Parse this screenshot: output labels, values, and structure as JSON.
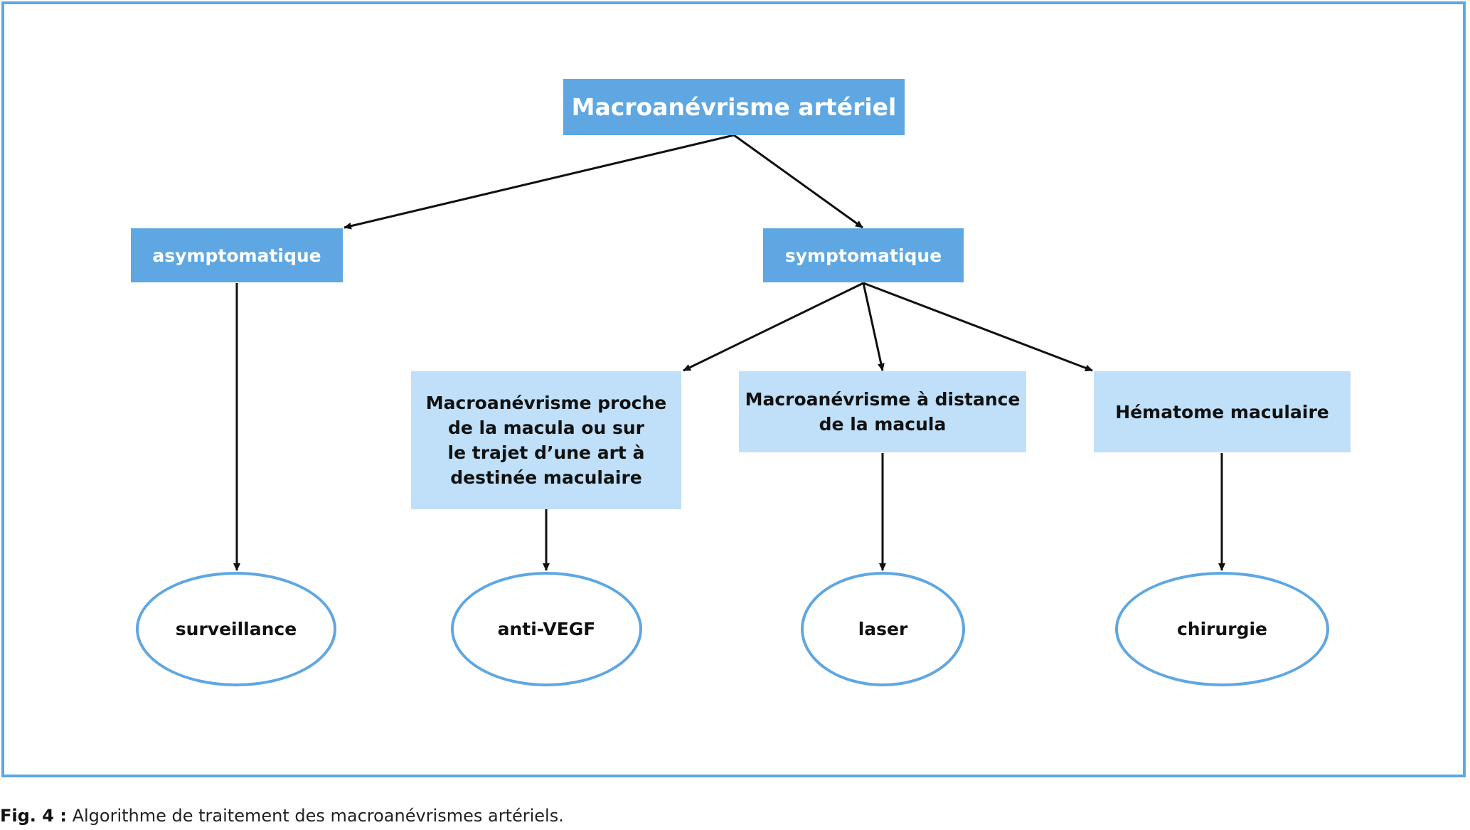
{
  "colors": {
    "dark_box": "#5ea7e2",
    "light_box": "#bfe0f8",
    "oval_border": "#5ea7e2",
    "frame_border": "#5ea7e2",
    "arrow": "#111111"
  },
  "diagram": {
    "root": {
      "label": "Macroanévrisme artériel"
    },
    "branches": {
      "asymptomatic": {
        "label": "asymptomatique"
      },
      "symptomatic": {
        "label": "symptomatique"
      }
    },
    "conditions": {
      "near_macula": {
        "label": "Macroanévrisme proche\nde la macula ou sur\nle trajet d’une art à\ndestinée maculaire"
      },
      "far_macula": {
        "label": "Macroanévrisme à distance\nde la macula"
      },
      "hematoma": {
        "label": "Hématome maculaire"
      }
    },
    "treatments": {
      "surveillance": {
        "label": "surveillance"
      },
      "anti_vegf": {
        "label": "anti-VEGF"
      },
      "laser": {
        "label": "laser"
      },
      "surgery": {
        "label": "chirurgie"
      }
    },
    "edges": [
      {
        "from": "Macroanévrisme artériel",
        "to": "asymptomatique"
      },
      {
        "from": "Macroanévrisme artériel",
        "to": "symptomatique"
      },
      {
        "from": "asymptomatique",
        "to": "surveillance"
      },
      {
        "from": "symptomatique",
        "to": "Macroanévrisme proche de la macula ou sur le trajet d’une art à destinée maculaire"
      },
      {
        "from": "symptomatique",
        "to": "Macroanévrisme à distance de la macula"
      },
      {
        "from": "symptomatique",
        "to": "Hématome maculaire"
      },
      {
        "from": "Macroanévrisme proche de la macula ou sur le trajet d’une art à destinée maculaire",
        "to": "anti-VEGF"
      },
      {
        "from": "Macroanévrisme à distance de la macula",
        "to": "laser"
      },
      {
        "from": "Hématome maculaire",
        "to": "chirurgie"
      }
    ]
  },
  "caption": {
    "label": "Fig. 4 :",
    "text": "Algorithme de traitement des macroanévrismes artériels."
  }
}
